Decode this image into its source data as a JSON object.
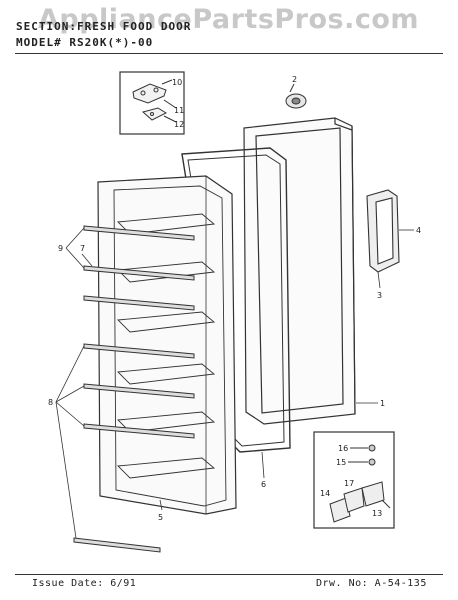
{
  "watermark": "AppliancePartsPros.com",
  "header": {
    "line1": "SECTION:FRESH FOOD DOOR",
    "line2": "MODEL# RS20K(*)-00"
  },
  "footer": {
    "issue_date": "Issue Date: 6/91",
    "drawing_no": "Drw. No: A-54-135"
  },
  "callouts": {
    "c1": "1",
    "c2": "2",
    "c3": "3",
    "c4": "4",
    "c5": "5",
    "c6": "6",
    "c7": "7",
    "c8": "8",
    "c9": "9",
    "c10": "10",
    "c11": "11",
    "c12": "12",
    "c13": "13",
    "c14": "14",
    "c15": "15",
    "c16": "16",
    "c17": "17"
  }
}
